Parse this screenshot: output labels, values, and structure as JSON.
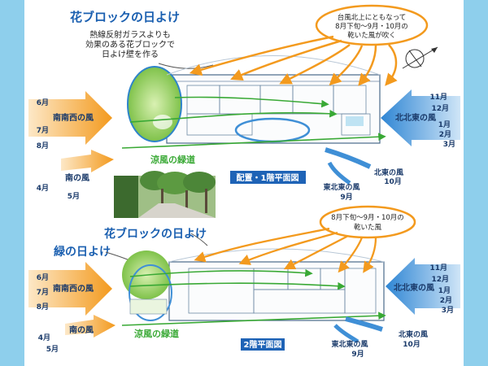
{
  "floor1": {
    "title": "花ブロックの日よけ",
    "note_lines": [
      "熱線反射ガラスよりも",
      "効果のある花ブロックで",
      "日よけ壁を作る"
    ],
    "autumn_wind_lines": [
      "台風北上にともなって",
      "8月下旬〜9月・10月の",
      "乾いた風が吹く"
    ],
    "south_southwest_wind": "南南西の風",
    "months_ssw": [
      "6月",
      "7月",
      "8月"
    ],
    "south_wind": "南の風",
    "months_south": [
      "4月",
      "5月"
    ],
    "north_northeast_wind": "北北東の風",
    "months_nne": [
      "11月",
      "12月",
      "1月",
      "2月",
      "3月"
    ],
    "north_east_wind": "北東の風",
    "month_ne": "10月",
    "east_northeast_wind": "東北東の風",
    "month_ene": "9月",
    "green_path": "涼風の緑道",
    "plan_label": "配置・1階平面図"
  },
  "floor2": {
    "title": "花ブロックの日よけ",
    "green_shade": "緑の日よけ",
    "autumn_wind_lines": [
      "8月下旬〜9月・10月の",
      "乾いた風"
    ],
    "south_southwest_wind": "南南西の風",
    "months_ssw": [
      "6月",
      "7月",
      "8月"
    ],
    "south_wind": "南の風",
    "months_south": [
      "4月",
      "5月"
    ],
    "north_northeast_wind": "北北東の風",
    "months_nne": [
      "11月",
      "12月",
      "1月",
      "2月",
      "3月"
    ],
    "north_east_wind": "北東の風",
    "month_ne": "10月",
    "east_northeast_wind": "東北東の風",
    "month_ene": "9月",
    "green_path": "涼風の緑道",
    "plan_label": "2階平面図"
  },
  "colors": {
    "side_band": "#8ecfec",
    "title_blue": "#1a5fb0",
    "green_path": "#39a935",
    "warm_arrow": "#f39a1e",
    "cool_arrow": "#3f8fd6",
    "plan_label_bg": "#1e63b6"
  }
}
